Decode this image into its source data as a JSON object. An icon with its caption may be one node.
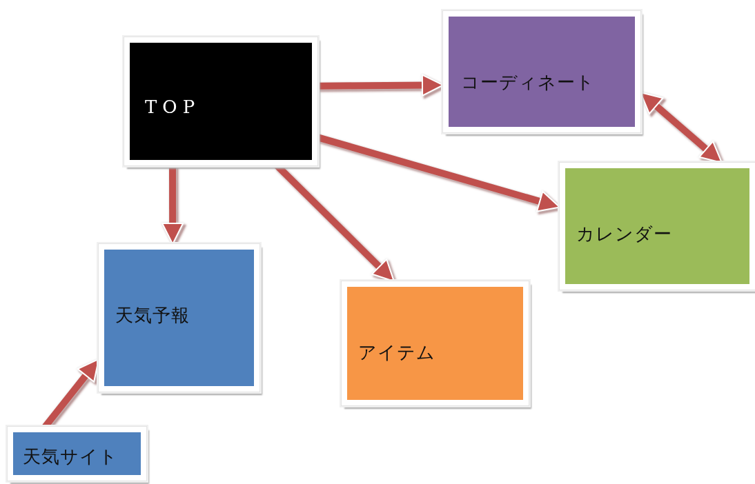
{
  "diagram": {
    "nodes": [
      {
        "text": [
          "TOP"
        ]
      },
      {
        "text": [
          "コーディネート"
        ]
      },
      {
        "text": [
          "カレンダー"
        ]
      },
      {
        "text": [
          "天気予報"
        ]
      },
      {
        "text": [
          "アイテム"
        ]
      },
      {
        "text": [
          "天気サイト"
        ]
      }
    ],
    "edges": [
      {
        "from": 0,
        "to": 1,
        "arrow": "to"
      },
      {
        "from": 0,
        "to": 2,
        "arrow": "to"
      },
      {
        "from": 0,
        "to": 4,
        "arrow": "to"
      },
      {
        "from": 0,
        "to": 3,
        "arrow": "to"
      },
      {
        "from": 1,
        "to": 2,
        "arrow": "both"
      },
      {
        "from": 5,
        "to": 3,
        "arrow": "to"
      }
    ]
  }
}
